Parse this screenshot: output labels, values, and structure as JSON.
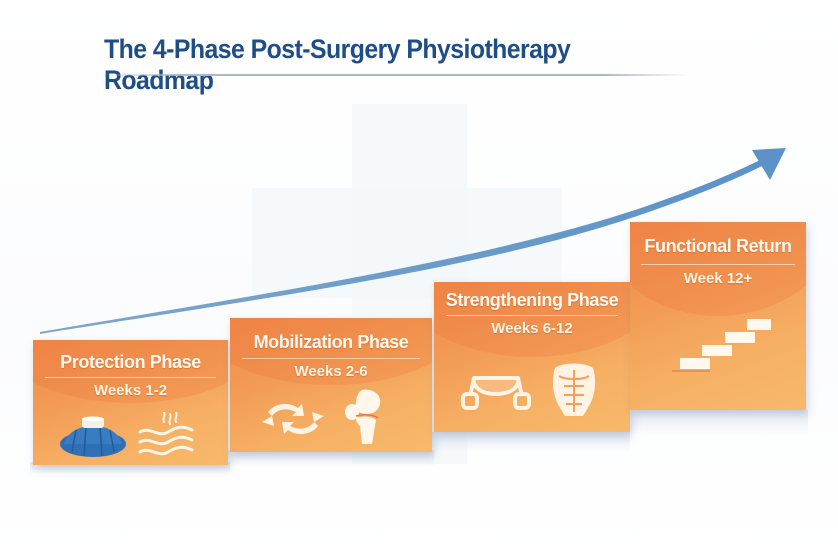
{
  "title": "The 4-Phase Post-Surgery Physiotherapy Roadmap",
  "colors": {
    "title": "#1f4e86",
    "arrow": "#5b92c8",
    "box_top": "#f08a4a",
    "box_bottom": "#f7b96a",
    "ice_pack": "#2f6fb5"
  },
  "phases": [
    {
      "title": "Protection Phase",
      "weeks": "Weeks 1-2",
      "icons": [
        "ice-pack-icon",
        "heat-waves-icon"
      ]
    },
    {
      "title": "Mobilization Phase",
      "weeks": "Weeks 2-6",
      "icons": [
        "rotation-arrows-icon",
        "knee-joint-icon"
      ]
    },
    {
      "title": "Strengthening Phase",
      "weeks": "Weeks 6-12",
      "icons": [
        "resistance-band-icon",
        "abdominal-muscles-icon"
      ]
    },
    {
      "title": "Functional Return",
      "weeks": "Week 12+",
      "icons": [
        "stairs-icon"
      ]
    }
  ],
  "progress_arrow": "upward-progress-arrow"
}
